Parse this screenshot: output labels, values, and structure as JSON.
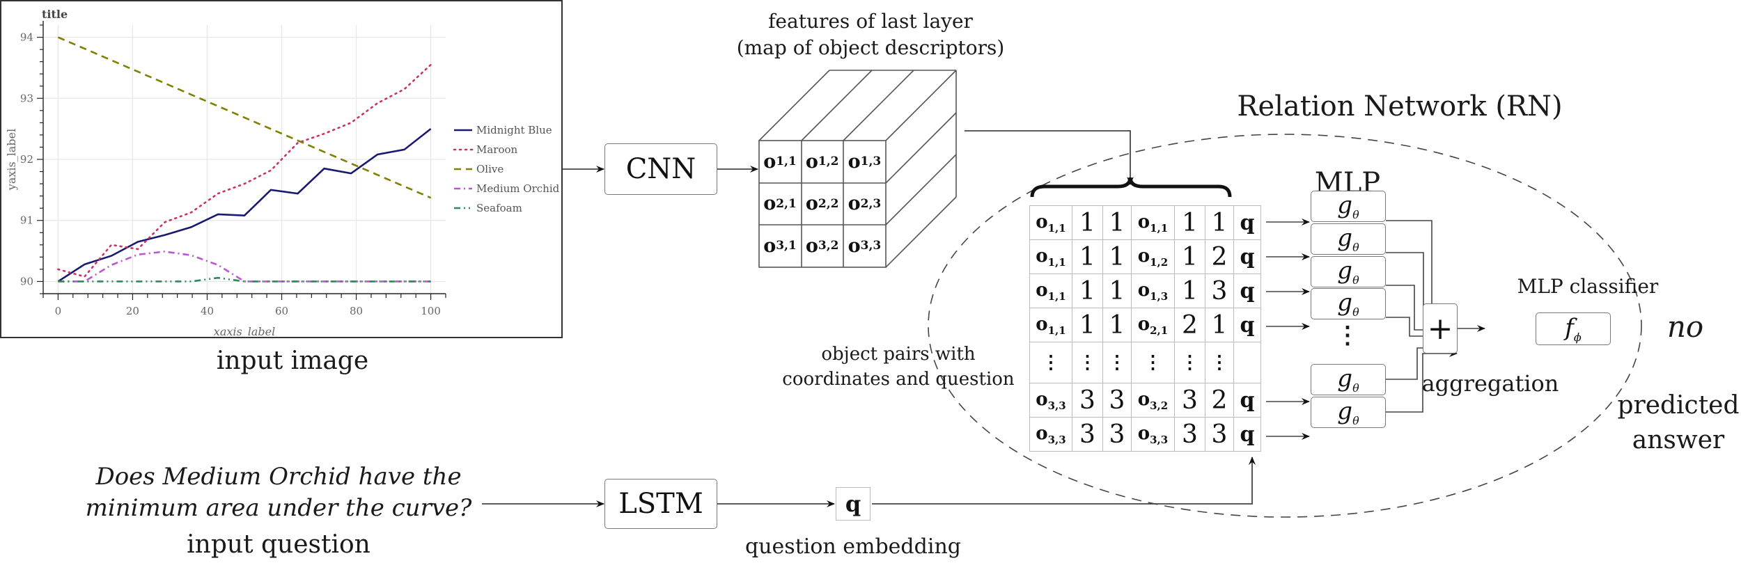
{
  "figure": {
    "input_image_caption": "input image",
    "input_question_text_line1": "Does Medium Orchid have the",
    "input_question_text_line2": "minimum area under the curve?",
    "input_question_caption": "input question",
    "cnn_label": "CNN",
    "lstm_label": "LSTM",
    "features_caption_line1": "features of last layer",
    "features_caption_line2": "(map of object descriptors)",
    "question_embedding_symbol": "q",
    "question_embedding_caption": "question embedding",
    "rn_title": "Relation Network (RN)",
    "object_pairs_caption_line1": "object pairs with",
    "object_pairs_caption_line2": "coordinates and question",
    "mlp_title": "MLP",
    "g_theta_symbol": "g",
    "g_theta_subscript": "θ",
    "aggregation_symbol": "+",
    "aggregation_caption": "aggregation",
    "mlp_classifier_caption": "MLP classifier",
    "f_phi_symbol": "f",
    "f_phi_subscript": "ϕ",
    "predicted_answer": "no",
    "predicted_answer_caption_line1": "predicted",
    "predicted_answer_caption_line2": "answer",
    "vdots": "⋮"
  },
  "feature_map": {
    "symbol": "o",
    "cells": [
      [
        "1,1",
        "1,2",
        "1,3"
      ],
      [
        "2,1",
        "2,2",
        "2,3"
      ],
      [
        "3,1",
        "3,2",
        "3,3"
      ]
    ]
  },
  "pairs_table": {
    "rows": [
      {
        "o1": "1,1",
        "i1": "1",
        "j1": "1",
        "o2": "1,1",
        "i2": "1",
        "j2": "1",
        "q": "q"
      },
      {
        "o1": "1,1",
        "i1": "1",
        "j1": "1",
        "o2": "1,2",
        "i2": "1",
        "j2": "2",
        "q": "q"
      },
      {
        "o1": "1,1",
        "i1": "1",
        "j1": "1",
        "o2": "1,3",
        "i2": "1",
        "j2": "3",
        "q": "q"
      },
      {
        "o1": "1,1",
        "i1": "1",
        "j1": "1",
        "o2": "2,1",
        "i2": "2",
        "j2": "1",
        "q": "q"
      },
      {
        "dots": true
      },
      {
        "o1": "3,3",
        "i1": "3",
        "j1": "3",
        "o2": "3,2",
        "i2": "3",
        "j2": "2",
        "q": "q"
      },
      {
        "o1": "3,3",
        "i1": "3",
        "j1": "3",
        "o2": "3,3",
        "i2": "3",
        "j2": "3",
        "q": "q"
      }
    ]
  },
  "chart_data": {
    "type": "line",
    "title": "title",
    "xlabel": "xaxis_label",
    "ylabel": "yaxis_label",
    "xlim": [
      -4,
      104
    ],
    "ylim": [
      89.8,
      94.2
    ],
    "xticks": [
      0,
      20,
      40,
      60,
      80,
      100
    ],
    "yticks": [
      90,
      91,
      92,
      93,
      94
    ],
    "grid": true,
    "legend_position": "right",
    "series": [
      {
        "name": "Midnight Blue",
        "color": "#191970",
        "dash": "solid",
        "x": [
          0,
          7.1,
          14.3,
          21.4,
          28.6,
          35.7,
          42.9,
          50,
          57.1,
          64.3,
          71.4,
          78.6,
          85.7,
          92.9,
          100
        ],
        "y": [
          90.0,
          90.28,
          90.42,
          90.65,
          90.76,
          90.89,
          91.1,
          91.08,
          91.5,
          91.44,
          91.85,
          91.77,
          92.08,
          92.16,
          92.5
        ]
      },
      {
        "name": "Maroon",
        "color": "#c83264",
        "dash": "dotted",
        "x": [
          0,
          7.1,
          14.3,
          21.4,
          28.6,
          35.7,
          42.9,
          50,
          57.1,
          64.3,
          71.4,
          78.6,
          85.7,
          92.9,
          100
        ],
        "y": [
          90.2,
          90.08,
          90.6,
          90.53,
          90.97,
          91.13,
          91.44,
          91.6,
          91.82,
          92.27,
          92.42,
          92.6,
          92.92,
          93.15,
          93.55
        ]
      },
      {
        "name": "Olive",
        "color": "#808000",
        "dash": "dashed",
        "x": [
          0,
          100
        ],
        "y": [
          94.0,
          91.37
        ]
      },
      {
        "name": "Medium Orchid",
        "color": "#ba55d3",
        "dash": "dashdot",
        "x": [
          0,
          7.1,
          14.3,
          21.4,
          28.6,
          35.7,
          42.9,
          50,
          57.1,
          64.3,
          71.4,
          78.6,
          85.7,
          92.9,
          100
        ],
        "y": [
          90.0,
          90.0,
          90.27,
          90.44,
          90.49,
          90.43,
          90.27,
          90.0,
          90.0,
          90.0,
          90.0,
          90.0,
          90.0,
          90.0,
          90.0
        ]
      },
      {
        "name": "Seafoam",
        "color": "#2e8b57",
        "dash": "dashdotdot",
        "x": [
          0,
          7.1,
          14.3,
          21.4,
          28.6,
          35.7,
          42.9,
          50,
          57.1,
          64.3,
          71.4,
          78.6,
          85.7,
          92.9,
          100
        ],
        "y": [
          90.0,
          90.0,
          90.0,
          90.0,
          90.0,
          90.0,
          90.06,
          90.0,
          90.0,
          90.0,
          90.0,
          90.0,
          90.0,
          90.0,
          90.0
        ]
      }
    ]
  }
}
